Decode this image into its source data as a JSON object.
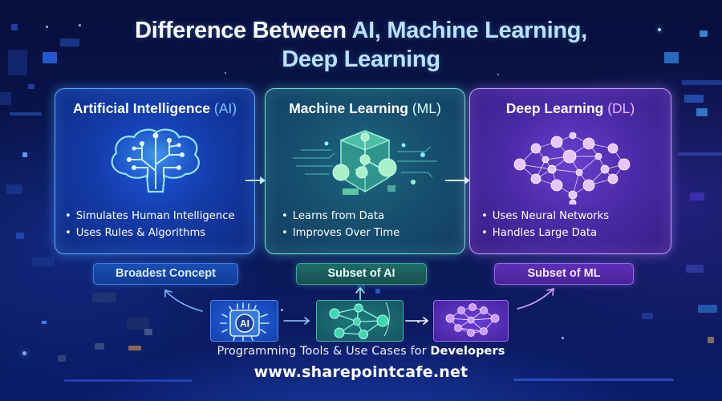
{
  "title": {
    "part1": "Difference Between ",
    "part2": "AI, Machine Learning,",
    "line2": "Deep Learning"
  },
  "cards": [
    {
      "id": "ai",
      "title": "Artificial Intelligence",
      "abbr": "(AI)",
      "icon": "brain-circuit-icon",
      "bullets": [
        "Simulates Human Intelligence",
        "Uses Rules & Algorithms"
      ],
      "tag": "Broadest Concept",
      "accent": "#5aa8ff"
    },
    {
      "id": "ml",
      "title": "Machine Learning",
      "abbr": "(ML)",
      "icon": "data-cube-icon",
      "bullets": [
        "Learns from Data",
        "Improves Over Time"
      ],
      "tag": "Subset of AI",
      "accent": "#6fe0c8"
    },
    {
      "id": "dl",
      "title": "Deep Learning",
      "abbr": "(DL)",
      "icon": "neural-network-icon",
      "bullets": [
        "Uses Neural Networks",
        "Handles Large Data"
      ],
      "tag": "Subset of ML",
      "accent": "#c79cff"
    }
  ],
  "mini_icons": [
    {
      "id": "ai",
      "icon": "ai-chip-icon",
      "label": "AI"
    },
    {
      "id": "ml",
      "icon": "ml-graph-icon"
    },
    {
      "id": "dl",
      "icon": "dl-network-icon"
    }
  ],
  "footer": {
    "subtitle_prefix": "Programming Tools & Use Cases for ",
    "subtitle_bold": "Developers",
    "url": "www.sharepointcafe.net"
  }
}
